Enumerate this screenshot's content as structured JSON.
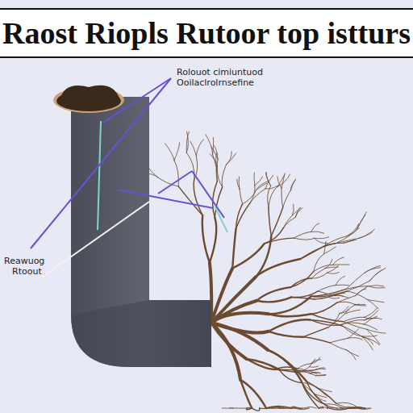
{
  "diagram": {
    "title": "Raost Riopls Rutoor top istturs",
    "labels": [
      "Rolouot cimiuntuod",
      "Ooilaclrolrnsefine",
      "Reawuog",
      "Rtoout"
    ]
  }
}
